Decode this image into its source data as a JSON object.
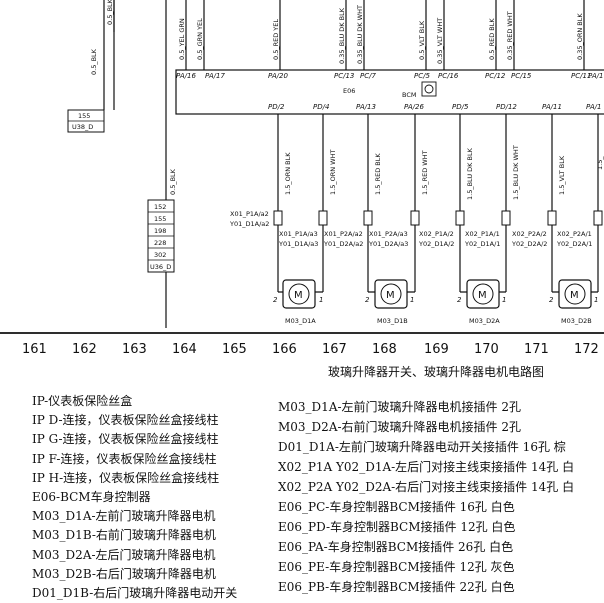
{
  "ground_wire": {
    "label": "0.5_BLK",
    "top_label": "0.5_BLK"
  },
  "connector_top": {
    "rows": [
      "155",
      "U38_D"
    ]
  },
  "connector_mid": {
    "rows": [
      "152",
      "155",
      "198",
      "228",
      "302",
      "U36_D"
    ],
    "wire_label": "0.5_BLK"
  },
  "bcm": {
    "name": "BCM",
    "code": "E06"
  },
  "top_wires": [
    "0.5_YEL GRN",
    "0.5_GRN YEL",
    "0.5_RED YEL",
    "0.35_BLU DK BLK",
    "0.35_BLU DK WHT",
    "0.5_VLT BLK",
    "0.35_VLT WHT",
    "0.5_RED BLK",
    "0.35_RED WHT",
    "0.35_ORN BLK"
  ],
  "top_pins": [
    "PA/16",
    "PA/17",
    "PA/20",
    "PC/13",
    "PC/7",
    "PC/5",
    "PC/16",
    "PC/12",
    "PC/15",
    "PC/11",
    "PA/1"
  ],
  "bottom_pins": [
    "PD/2",
    "PD/4",
    "PA/13",
    "PA/26",
    "PD/5",
    "PD/12",
    "PA/11",
    "PA/1"
  ],
  "motor_wires": [
    "1.5_ORN BLK",
    "1.5_ORN WHT",
    "1.5_RED BLK",
    "1.5_RED WHT",
    "1.5_BLU DK BLK",
    "1.5_BLU DK WHT",
    "1.5_VLT BLK",
    "1.5_"
  ],
  "connector_labels": [
    "X01_P1A/a2",
    "Y01_D1A/a2",
    "X01_P1A/a3",
    "Y01_D1A/a3",
    "X01_P2A/a2",
    "Y01_D2A/a2",
    "X01_P2A/a3",
    "Y01_D2A/a3",
    "X02_P1A/2",
    "Y02_D1A/2",
    "X02_P1A/1",
    "Y02_D1A/1",
    "X02_P2A/2",
    "Y02_D2A/2",
    "X02_P2A/1",
    "Y02_D2A/1"
  ],
  "motors": [
    "M03_D1A",
    "M03_D1B",
    "M03_D2A",
    "M03_D2B"
  ],
  "motor_symbol": "M",
  "pin_numbers": {
    "one": "1",
    "two": "2"
  },
  "grid": [
    "161",
    "162",
    "163",
    "164",
    "165",
    "166",
    "167",
    "168",
    "169",
    "170",
    "171",
    "172"
  ],
  "caption": "玻璃升降器开关、玻璃升降器电机电路图",
  "legend_left": [
    "IP-仪表板保险丝盒",
    "IP D-连接，仪表板保险丝盒接线柱",
    "IP G-连接，仪表板保险丝盒接线柱",
    "IP F-连接，仪表板保险丝盒接线柱",
    "IP H-连接，仪表板保险丝盒接线柱",
    "E06-BCM车身控制器",
    "M03_D1A-左前门玻璃升降器电机",
    "M03_D1B-右前门玻璃升降器电机",
    "M03_D2A-左后门玻璃升降器电机",
    "M03_D2B-右后门玻璃升降器电机",
    "D01_D1B-右后门玻璃升降器电动开关"
  ],
  "legend_right": [
    "M03_D1A-左前门玻璃升降器电机接插件 2孔",
    "M03_D2A-右前门玻璃升降器电机接插件 2孔",
    "D01_D1A-左前门玻璃升降器电动开关接插件 16孔 棕",
    "X02_P1A Y02_D1A-左后门对接主线束接插件 14孔 白",
    "X02_P2A Y02_D2A-右后门对接主线束接插件 14孔 白",
    "E06_PC-车身控制器BCM接插件 16孔 白色",
    "E06_PD-车身控制器BCM接插件 12孔 白色",
    "E06_PA-车身控制器BCM接插件 26孔 白色",
    "E06_PE-车身控制器BCM接插件 12孔 灰色",
    "E06_PB-车身控制器BCM接插件 22孔 白色"
  ]
}
